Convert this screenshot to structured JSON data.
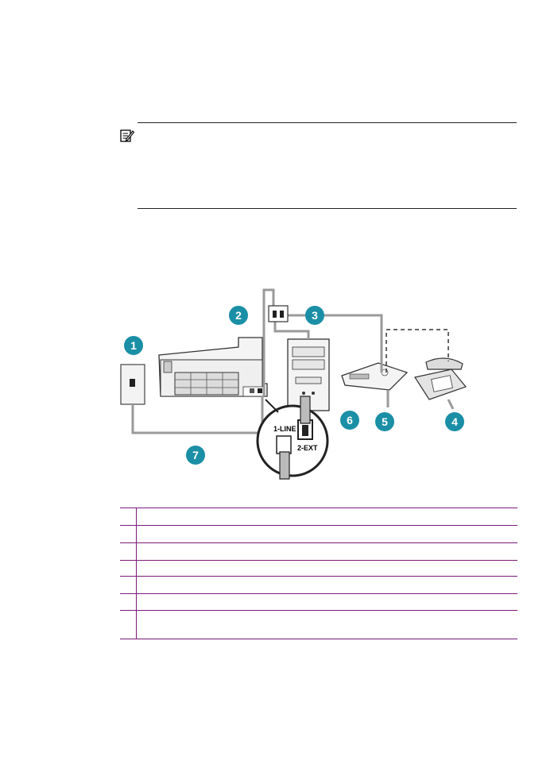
{
  "note": {
    "icon": "note-pencil-icon",
    "text": ""
  },
  "figure": {
    "callouts": [
      "1",
      "2",
      "3",
      "4",
      "5",
      "6",
      "7"
    ],
    "port_labels": {
      "line": "1-LINE",
      "ext": "2-EXT"
    },
    "colors": {
      "callout": "#1a8fa6",
      "cable": "#9a9a9a"
    }
  },
  "legend": {
    "border_color": "#7a1a7a",
    "rows": [
      {
        "num": "",
        "text": ""
      },
      {
        "num": "",
        "text": ""
      },
      {
        "num": "",
        "text": ""
      },
      {
        "num": "",
        "text": ""
      },
      {
        "num": "",
        "text": ""
      },
      {
        "num": "",
        "text": ""
      },
      {
        "num": "",
        "text": ""
      }
    ]
  }
}
